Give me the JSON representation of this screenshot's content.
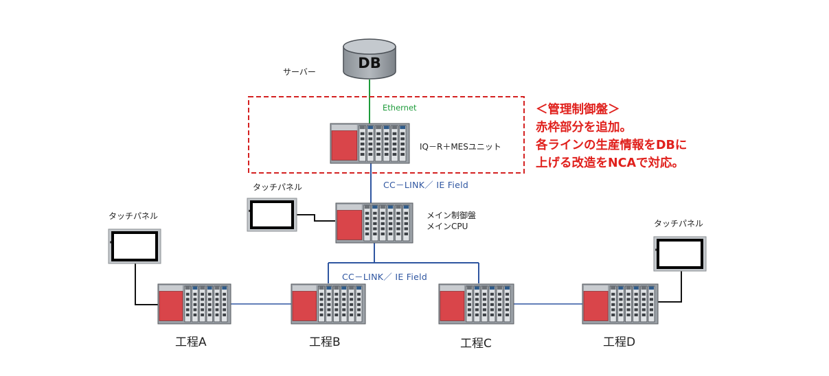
{
  "server": {
    "db_label": "DB",
    "caption": "サーバー"
  },
  "links": {
    "ethernet": "Ethernet",
    "cc_link_upper": "CC－LINK／ IE Field",
    "cc_link_lower": "CC－LINK／ IE Field"
  },
  "mes_unit": {
    "label": "IQ－R＋MESユニット"
  },
  "main_panel": {
    "line1": "メイン制御盤",
    "line2": "メインCPU"
  },
  "touch_panels": {
    "main": "タッチパネル",
    "process_a": "タッチパネル",
    "process_d": "タッチパネル"
  },
  "processes": {
    "a": "工程A",
    "b": "工程B",
    "c": "工程C",
    "d": "工程D"
  },
  "annotation": {
    "line1": "＜管理制御盤＞",
    "line2": "赤枠部分を追加。",
    "line3": "各ラインの生産情報をDBに",
    "line4": "上げる改造をNCAで対応。"
  },
  "colors": {
    "ethernet": "#1d9b3a",
    "cc_link": "#2e55a0",
    "highlight": "#d42020",
    "plc_red": "#d9454a"
  }
}
